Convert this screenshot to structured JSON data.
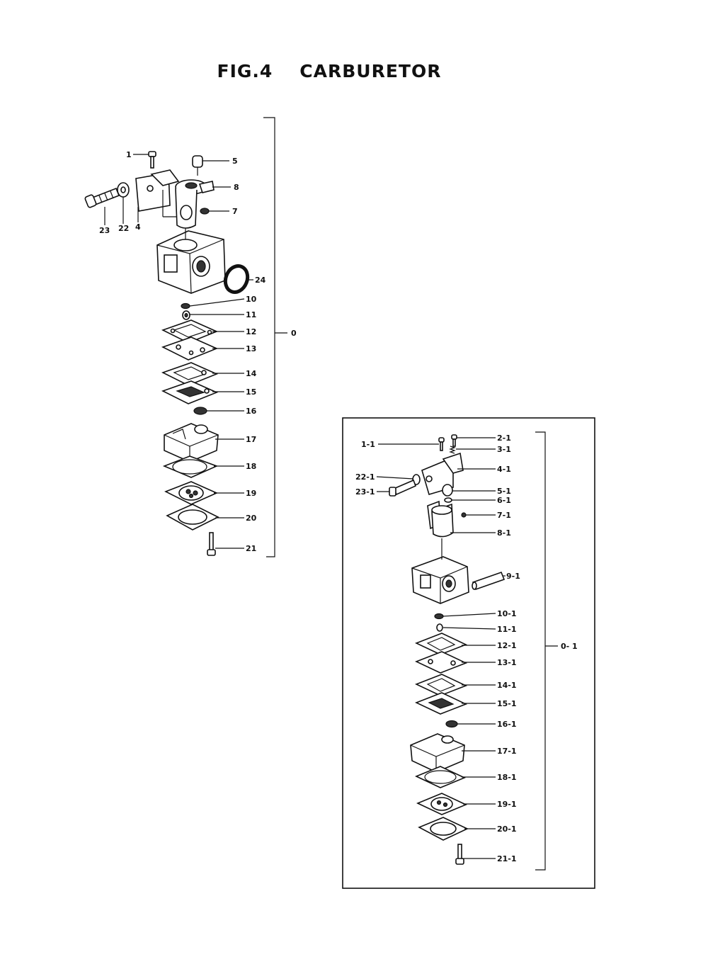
{
  "title": {
    "fig": "FIG.4",
    "name": "CARBURETOR"
  },
  "assembly_a": {
    "group_label": "0",
    "callouts": [
      {
        "id": "c1",
        "label": "1"
      },
      {
        "id": "c5",
        "label": "5"
      },
      {
        "id": "c8",
        "label": "8"
      },
      {
        "id": "c7",
        "label": "7"
      },
      {
        "id": "c23",
        "label": "23"
      },
      {
        "id": "c22",
        "label": "22"
      },
      {
        "id": "c4",
        "label": "4"
      },
      {
        "id": "c24",
        "label": "24"
      },
      {
        "id": "c10",
        "label": "10"
      },
      {
        "id": "c11",
        "label": "11"
      },
      {
        "id": "c12",
        "label": "12"
      },
      {
        "id": "c13",
        "label": "13"
      },
      {
        "id": "c14",
        "label": "14"
      },
      {
        "id": "c15",
        "label": "15"
      },
      {
        "id": "c16",
        "label": "16"
      },
      {
        "id": "c17",
        "label": "17"
      },
      {
        "id": "c18",
        "label": "18"
      },
      {
        "id": "c19",
        "label": "19"
      },
      {
        "id": "c20",
        "label": "20"
      },
      {
        "id": "c21",
        "label": "21"
      }
    ]
  },
  "assembly_b": {
    "group_label": "0- 1",
    "callouts": [
      {
        "id": "b1",
        "label": "1-1"
      },
      {
        "id": "b2",
        "label": "2-1"
      },
      {
        "id": "b3",
        "label": "3-1"
      },
      {
        "id": "b4",
        "label": "4-1"
      },
      {
        "id": "b22",
        "label": "22-1"
      },
      {
        "id": "b23",
        "label": "23-1"
      },
      {
        "id": "b5",
        "label": "5-1"
      },
      {
        "id": "b6",
        "label": "6-1"
      },
      {
        "id": "b7",
        "label": "7-1"
      },
      {
        "id": "b8",
        "label": "8-1"
      },
      {
        "id": "b9",
        "label": "9-1"
      },
      {
        "id": "b10",
        "label": "10-1"
      },
      {
        "id": "b11",
        "label": "11-1"
      },
      {
        "id": "b12",
        "label": "12-1"
      },
      {
        "id": "b13",
        "label": "13-1"
      },
      {
        "id": "b14",
        "label": "14-1"
      },
      {
        "id": "b15",
        "label": "15-1"
      },
      {
        "id": "b16",
        "label": "16-1"
      },
      {
        "id": "b17",
        "label": "17-1"
      },
      {
        "id": "b18",
        "label": "18-1"
      },
      {
        "id": "b19",
        "label": "19-1"
      },
      {
        "id": "b20",
        "label": "20-1"
      },
      {
        "id": "b21",
        "label": "21-1"
      }
    ]
  }
}
